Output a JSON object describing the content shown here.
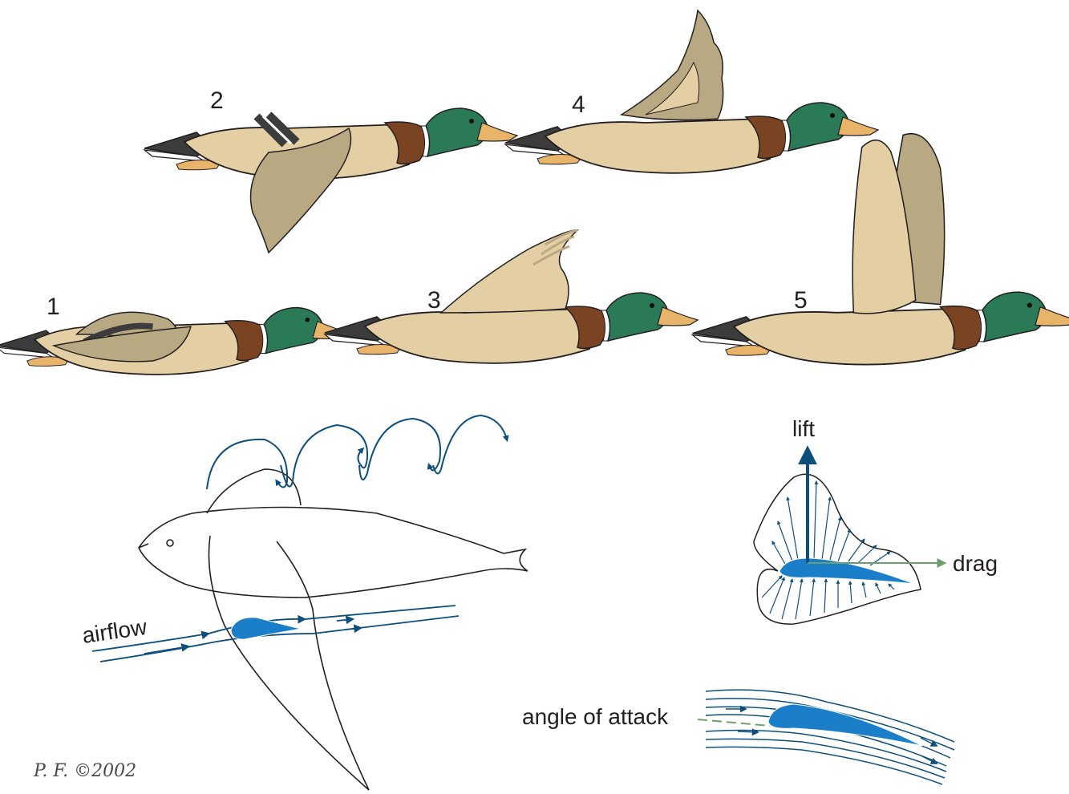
{
  "duck_frames": [
    "1",
    "2",
    "3",
    "4",
    "5"
  ],
  "labels": {
    "airflow": "airflow",
    "lift": "lift",
    "drag": "drag",
    "angle_of_attack": "angle of attack"
  },
  "signature": "P. F. ©2002",
  "colors": {
    "duck_body": "#e3cfa3",
    "duck_wing": "#b8a982",
    "duck_head": "#2a7a58",
    "duck_breast": "#7a4322",
    "duck_bill": "#e8b46a",
    "duck_tail": "#3c3c3c",
    "flow_blue": "#0d4f7c",
    "airfoil_blue": "#1a7fc8",
    "drag_green": "#6aa06a",
    "outline": "#231f20"
  }
}
